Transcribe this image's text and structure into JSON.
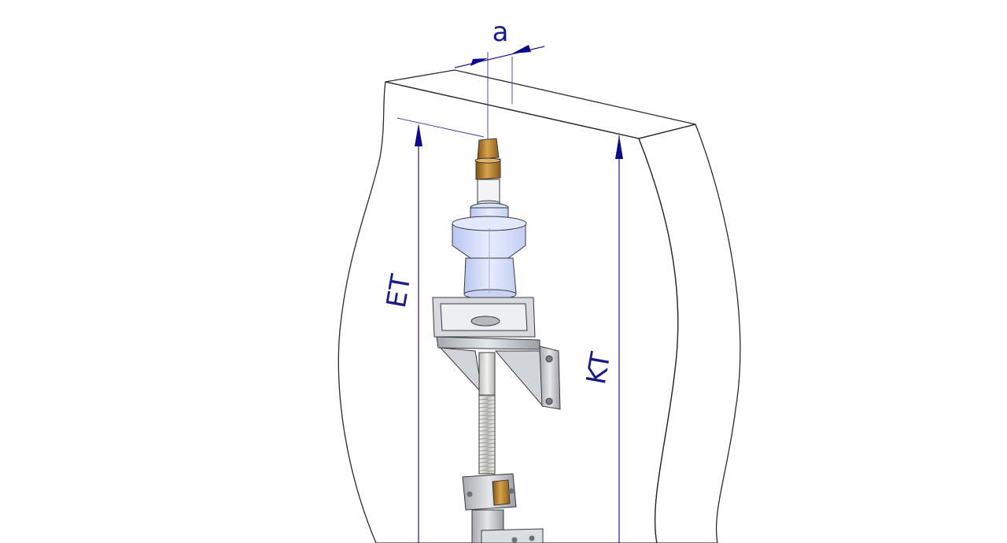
{
  "dimension_labels": {
    "a": "a",
    "et": "ET",
    "kt": "KT"
  },
  "colors": {
    "dimension": "#1a1a8c",
    "wall_face": "#f2f3f8",
    "wall_side": "#e7e9f2",
    "brass": "#b9842e",
    "steel": "#c9cbd2",
    "blue_glass": "#d7e0fb"
  }
}
